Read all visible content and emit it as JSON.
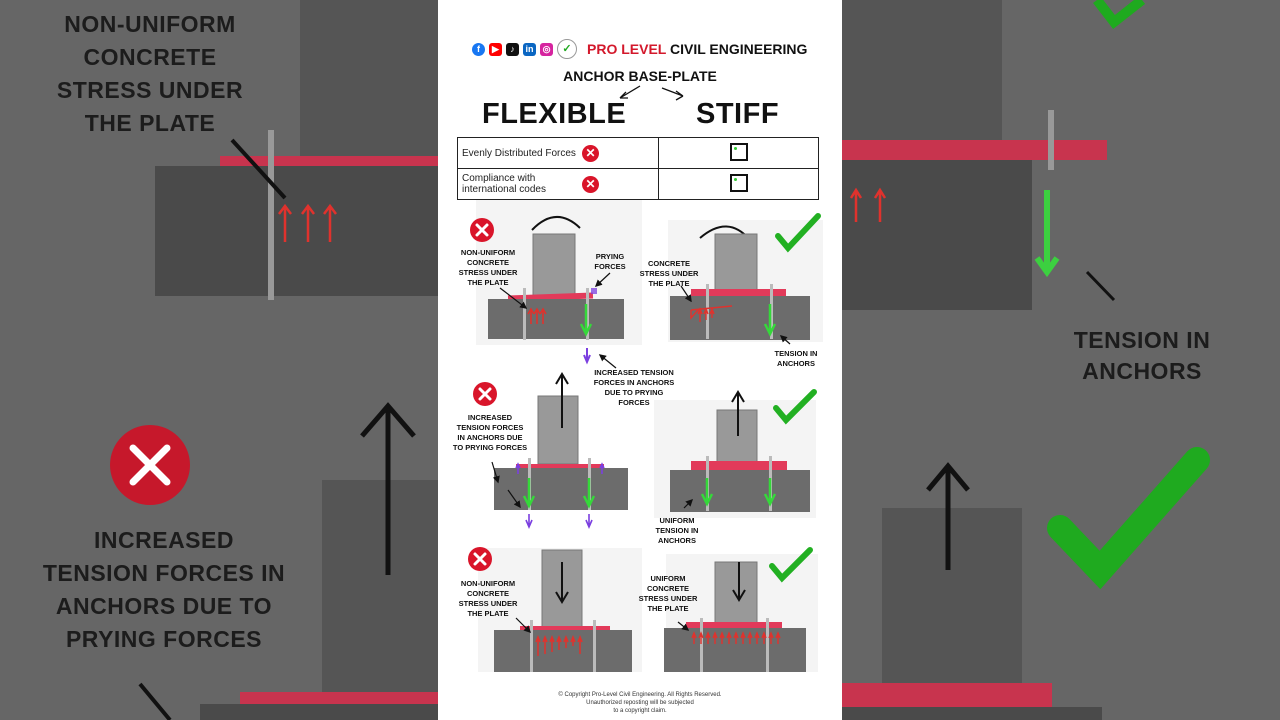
{
  "brand": {
    "name_red": "PRO LEVEL",
    "name_dark": "CIVIL ENGINEERING",
    "social_icons": [
      "facebook-icon",
      "youtube-icon",
      "tiktok-icon",
      "linkedin-icon",
      "instagram-icon",
      "logo-icon"
    ],
    "colors": {
      "accent": "#d3182b",
      "check_green": "#22b022",
      "plate": "#e23a5a",
      "concrete": "#6c6c6c",
      "force_red": "#e0322d",
      "force_green": "#35d83a",
      "force_purple": "#7b3fe0"
    }
  },
  "title": "ANCHOR BASE-PLATE",
  "flexible_heading": "FLEXIBLE",
  "stiff_heading": "STIFF",
  "table": {
    "rows": [
      {
        "label": "Evenly Distributed Forces",
        "flexible": "cross-icon",
        "stiff": "checkbox-icon"
      },
      {
        "label": "Compliance with international codes",
        "flexible": "cross-icon",
        "stiff": "checkbox-icon"
      }
    ]
  },
  "labels": {
    "l1": "NON-UNIFORM CONCRETE STRESS UNDER THE PLATE",
    "l2": "PRYING FORCES",
    "l3": "INCREASED TENSION FORCES IN ANCHORS DUE TO PRYING FORCES",
    "l4": "CONCRETE STRESS UNDER THE PLATE",
    "l5": "TENSION IN ANCHORS",
    "l6": "INCREASED TENSION FORCES IN ANCHORS DUE TO PRYING FORCES",
    "l7": "UNIFORM TENSION IN ANCHORS",
    "l8": "NON-UNIFORM CONCRETE STRESS UNDER THE PLATE",
    "l9": "UNIFORM CONCRETE STRESS UNDER THE PLATE"
  },
  "background_left": {
    "t1": "NON-UNIFORM CONCRETE STRESS UNDER THE PLATE",
    "t2": "INCREASED TENSION FORCES IN ANCHORS DUE TO PRYING FORCES"
  },
  "background_right": {
    "t1": "TENSION IN ANCHORS"
  },
  "footer": {
    "line1": "© Copyright Pro-Level Civil Engineering. All Rights Reserved.",
    "line2": "Unauthorized reposting will be subjected",
    "line3": "to a copyright claim."
  }
}
